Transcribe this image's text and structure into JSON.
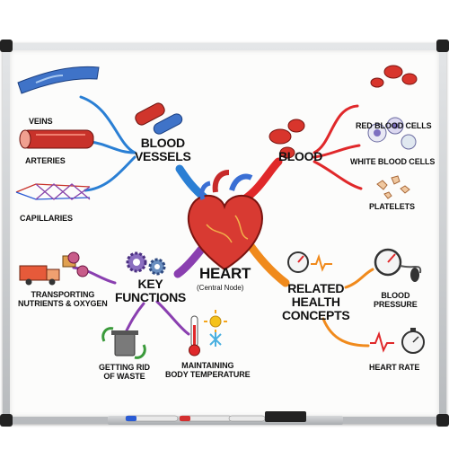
{
  "center": {
    "title": "HEART",
    "subtitle": "(Central Node)"
  },
  "branches": {
    "vessels": {
      "label_line1": "BLOOD",
      "label_line2": "VESSELS",
      "items": [
        "VEINS",
        "ARTERIES",
        "CAPILLARIES"
      ]
    },
    "blood": {
      "label": "BLOOD",
      "items": [
        "RED BLOOD CELLS",
        "WHITE BLOOD CELLS",
        "PLATELETS"
      ]
    },
    "functions": {
      "label_line1": "KEY",
      "label_line2": "FUNCTIONS",
      "items": [
        {
          "line1": "TRANSPORTING",
          "line2": "NUTRIENTS & OXYGEN"
        },
        {
          "line1": "GETTING RID",
          "line2": "OF WASTE"
        },
        {
          "line1": "MAINTAINING",
          "line2": "BODY TEMPERATURE"
        }
      ]
    },
    "health": {
      "label_line1": "RELATED",
      "label_line2": "HEALTH",
      "label_line3": "CONCEPTS",
      "items": [
        {
          "line1": "BLOOD",
          "line2": "PRESSURE"
        },
        {
          "line1": "HEART RATE",
          "line2": ""
        }
      ]
    }
  },
  "colors": {
    "vessels": "#2a7fd4",
    "blood": "#e0282a",
    "functions": "#8a3fb0",
    "health": "#f08a1c"
  },
  "icons": [
    "vein-icon",
    "artery-icon",
    "capillary-icon",
    "tube-icon",
    "red-cell-icon",
    "white-cell-icon",
    "platelet-icon",
    "gear-icon",
    "truck-icon",
    "trash-can-icon",
    "thermometer-icon",
    "gauge-icon",
    "stopwatch-icon",
    "heart-icon"
  ]
}
